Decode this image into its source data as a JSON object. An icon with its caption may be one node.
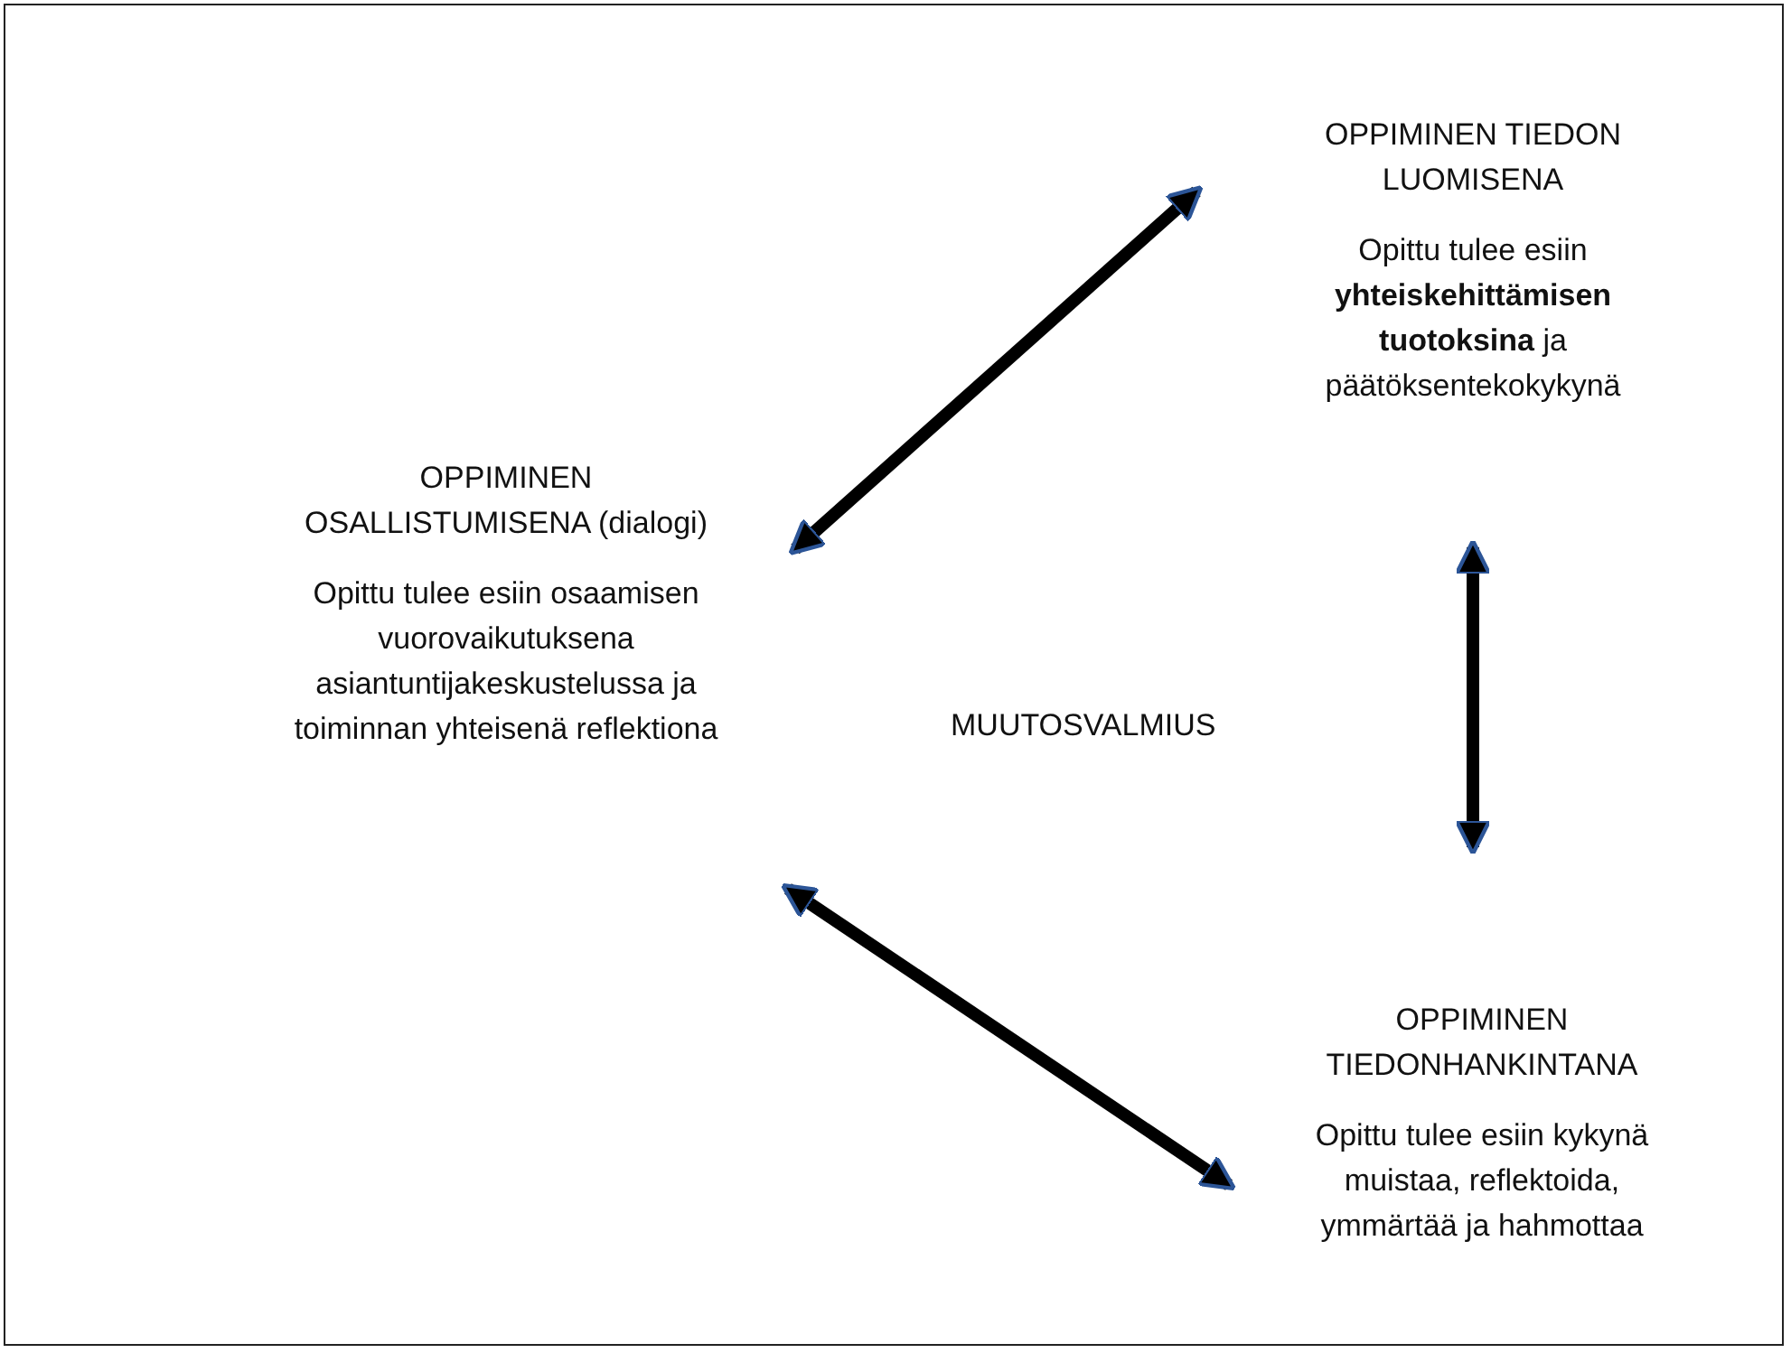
{
  "diagram": {
    "nodes": [
      {
        "text": [
          "OPPIMINEN TIEDON LUOMISENA",
          "Opittu tulee esiin **yhteiskehittämisen tuotoksina** ja päätöksentekokykynä"
        ]
      },
      {
        "text": [
          "OPPIMINEN OSALLISTUMISENA (dialogi)",
          "Opittu tulee esiin osaamisen vuorovaikutuksena asiantuntijakeskustelussa ja toiminnan yhteisenä reflektiona"
        ]
      },
      {
        "text": [
          "OPPIMINEN TIEDONHANKINTANA",
          "Opittu tulee esiin kykynä muistaa, reflektoida, ymmärtää ja hahmottaa"
        ]
      }
    ],
    "edges": [
      {
        "from": 1,
        "to": 0,
        "arrow": "both"
      },
      {
        "from": 0,
        "to": 2,
        "arrow": "both"
      },
      {
        "from": 1,
        "to": 2,
        "arrow": "both"
      }
    ],
    "labels": [
      "MUUTOSVALMIUS"
    ]
  }
}
